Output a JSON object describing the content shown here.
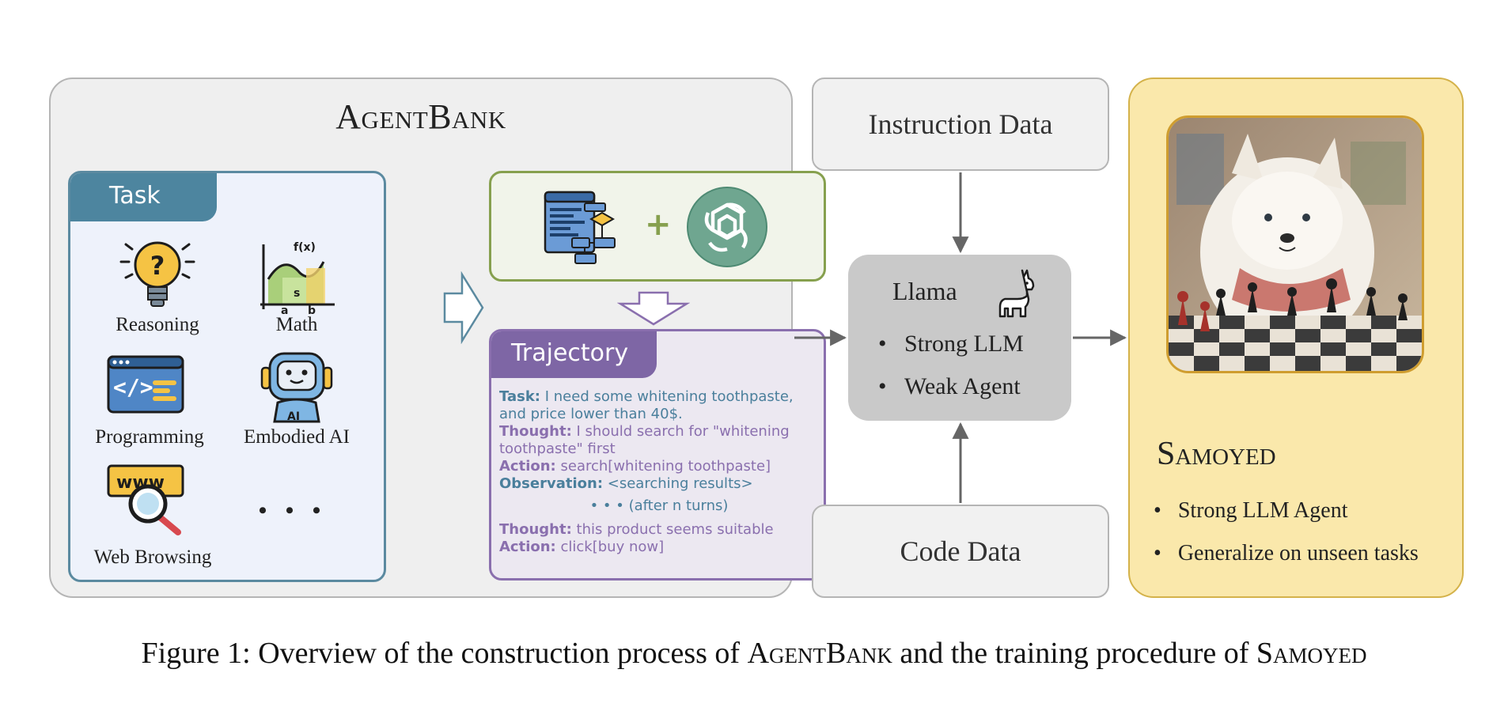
{
  "agentbank": {
    "title": "AgentBank",
    "task": {
      "tab_label": "Task",
      "items": [
        "Reasoning",
        "Math",
        "Programming",
        "Embodied AI",
        "Web Browsing"
      ],
      "ellipsis": "• • •",
      "math_icon_text": "f(x)",
      "math_icon_labels": [
        "a",
        "b",
        "s"
      ],
      "programming_icon_text": "</>",
      "embodied_icon_text": "AI",
      "web_icon_text": "www"
    },
    "generation": {
      "plus": "+"
    },
    "trajectory": {
      "tab_label": "Trajectory",
      "lines": [
        {
          "key": "Task:",
          "value": "I need some whitening toothpaste, and price lower than 40$."
        },
        {
          "key": "Thought:",
          "value": "I should search for \"whitening toothpaste\" first"
        },
        {
          "key": "Action:",
          "value": "search[whitening toothpaste]"
        },
        {
          "key": "Observation:",
          "value": "<searching results>"
        }
      ],
      "turns": "• • • (after n turns)",
      "final_lines": [
        {
          "key": "Thought:",
          "value": "this product seems suitable"
        },
        {
          "key": "Action:",
          "value": "click[buy now]"
        }
      ]
    }
  },
  "instruction_data": "Instruction Data",
  "code_data": "Code Data",
  "llama": {
    "title": "Llama",
    "items": [
      "Strong LLM",
      "Weak Agent"
    ]
  },
  "samoyed": {
    "title": "Samoyed",
    "items": [
      "Strong LLM Agent",
      "Generalize on unseen tasks"
    ]
  },
  "caption": {
    "prefix": "Figure 1: Overview of the construction process of ",
    "name1": "AgentBank",
    "middle": " and the training procedure of ",
    "name2": "Samoyed"
  }
}
